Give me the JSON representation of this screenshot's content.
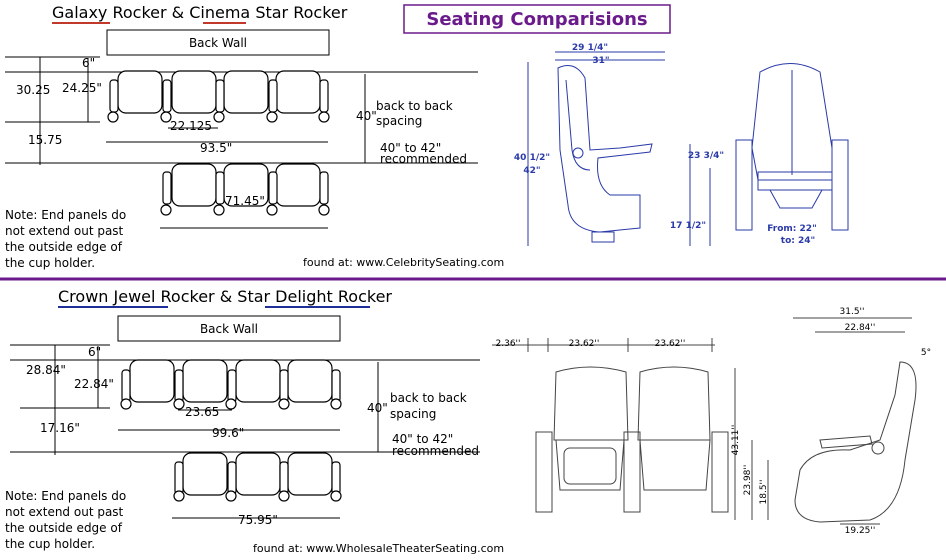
{
  "title": "Seating Comparisions",
  "colors": {
    "title": "#6a1a8a",
    "divider": "#6a1a8a",
    "underline_red": "#c0392b",
    "underline_blue": "#1f2f9a",
    "drawing_blue": "#2a3aa8"
  },
  "top": {
    "heading_a": "Galaxy Rocker",
    "heading_join": " & ",
    "heading_b": "Cinema Star Rocker",
    "back_wall": "Back Wall",
    "dims": {
      "total_height": "30.25",
      "cup_offset": "6\"",
      "seat_depth": "24.25\"",
      "lower_gap": "15.75",
      "seat_width": "22.125",
      "row_front": "93.5\"",
      "row_back": "71.45\"",
      "spacing": "40\""
    },
    "spacing_label_1": "back to back",
    "spacing_label_2": "spacing",
    "recommend_1": "40\" to 42\"",
    "recommend_2": "recommended",
    "note": [
      "Note: End panels do",
      "not extend out past",
      "the outside edge of",
      "the cup holder."
    ],
    "source": "found at: www.CelebritySeating.com",
    "drawing": {
      "w1": "29 1/4\"",
      "w2": "31\"",
      "h1": "40 1/2\"",
      "h2": "42\"",
      "arm": "23 3/4\"",
      "seat_h": "17 1/2\"",
      "from1": "From: 22\"",
      "from2": "to: 24\""
    }
  },
  "bottom": {
    "heading_a": "Crown Jewel Rocker",
    "heading_join": " & ",
    "heading_b": "Star Delight Rocker",
    "back_wall": "Back Wall",
    "dims": {
      "total_height": "28.84\"",
      "cup_offset": "6\"",
      "seat_depth": "22.84\"",
      "lower_gap": "17.16\"",
      "seat_width": "23.65",
      "row_front": "99.6\"",
      "row_back": "75.95\"",
      "spacing": "40\""
    },
    "spacing_label_1": "back to back",
    "spacing_label_2": "spacing",
    "recommend_1": "40\" to 42\"",
    "recommend_2": "recommended",
    "note": [
      "Note: End panels do",
      "not extend out past",
      "the outside edge of",
      "the cup holder."
    ],
    "source": "found at: www.WholesaleTheaterSeating.com",
    "drawing": {
      "arm_w": "2.36''",
      "seat_w1": "23.62''",
      "seat_w2": "23.62''",
      "depth": "31.5''",
      "depth2": "22.84''",
      "angle": "5°",
      "h_total": "43.11''",
      "h_arm": "23.98''",
      "h_seat": "18.5''",
      "base": "19.25''"
    }
  }
}
